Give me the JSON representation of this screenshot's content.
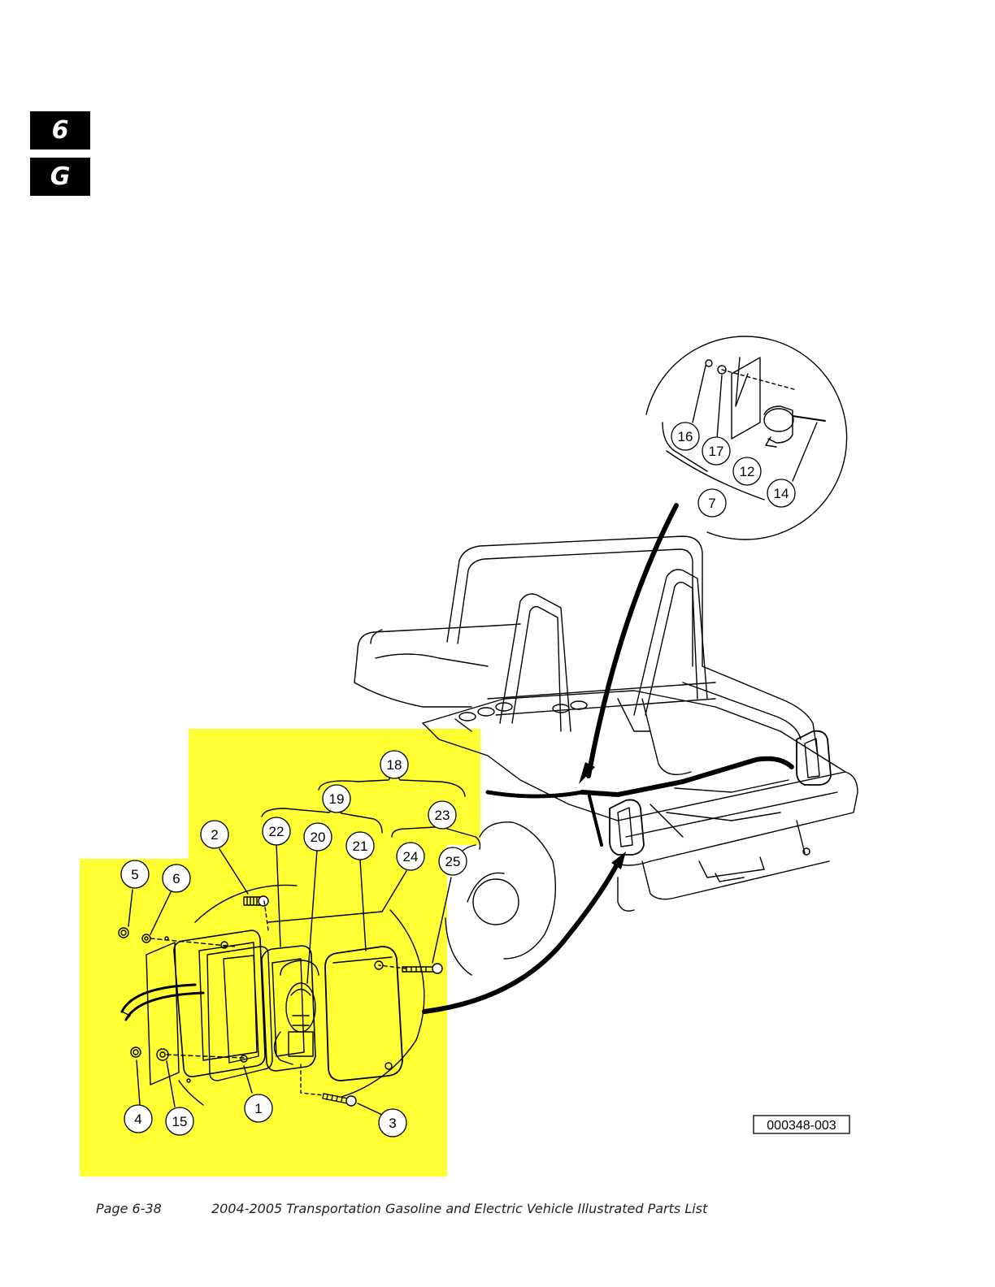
{
  "tabs": {
    "chapter": "6",
    "section": "G"
  },
  "figure": {
    "id_label": "000348-003",
    "highlight_color": "#ffff33",
    "callouts": [
      "1",
      "2",
      "3",
      "4",
      "5",
      "6",
      "7",
      "12",
      "14",
      "15",
      "16",
      "17",
      "18",
      "19",
      "20",
      "21",
      "22",
      "23",
      "24",
      "25"
    ]
  },
  "footer": {
    "page": "Page 6-38",
    "title": "2004-2005 Transportation Gasoline and Electric Vehicle Illustrated Parts List"
  }
}
